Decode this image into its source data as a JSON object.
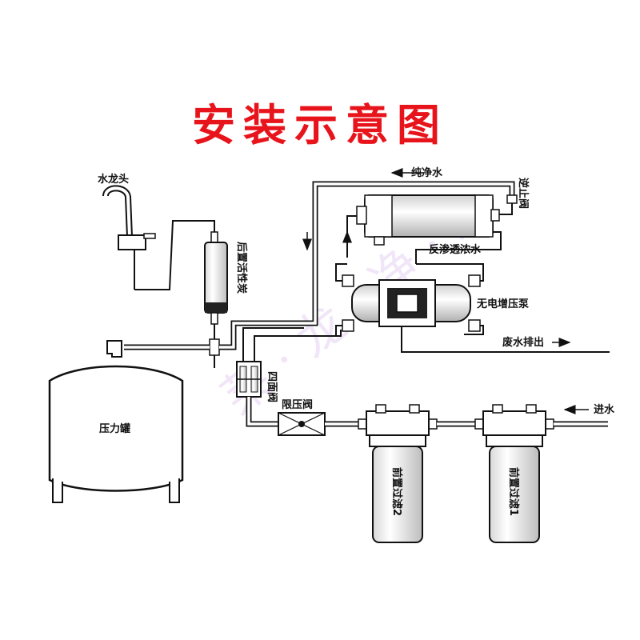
{
  "title": "安装示意图",
  "labels": {
    "faucet": "水龙头",
    "post_carbon": "后置活性炭",
    "pure_water": "纯净水",
    "check_valve": "逆止阀",
    "ro_concentrate": "反渗透浓水",
    "booster_pump": "无电增压泵",
    "waste_water": "废水排出",
    "four_way_valve": "四面阀",
    "pressure_limit_valve": "限压阀",
    "water_inlet": "进水",
    "pressure_tank": "压力罐",
    "prefilter_2": "前置过滤2",
    "prefilter_1": "前置过滤1"
  },
  "colors": {
    "title": "#e8141c",
    "line": "#111111",
    "watermark": "#c9a0e6"
  }
}
